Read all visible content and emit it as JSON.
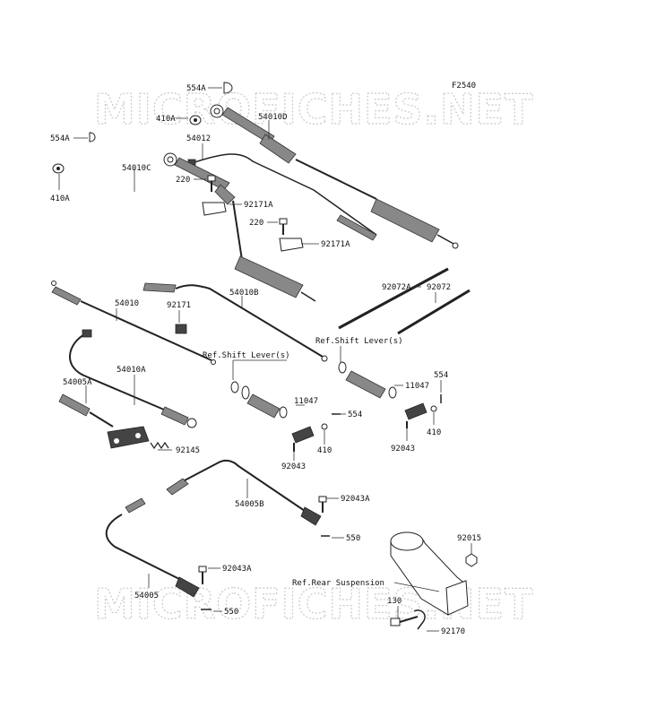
{
  "figure_code": "F2540",
  "watermark": "MICROFICHES.NET",
  "ref_notes": {
    "shift_lever_1": "Ref.Shift Lever(s)",
    "shift_lever_2": "Ref.Shift Lever(s)",
    "rear_suspension": "Ref.Rear Suspension"
  },
  "part_labels": {
    "p554A_top": "554A",
    "p410A_top": "410A",
    "p54010D": "54010D",
    "p54012": "54012",
    "p554A_left": "554A",
    "p54010C": "54010C",
    "p220_a": "220",
    "p410A_left": "410A",
    "p92171A_a": "92171A",
    "p220_b": "220",
    "p92171A_b": "92171A",
    "p92072A": "92072A",
    "p92072": "92072",
    "p54010B": "54010B",
    "p54010": "54010",
    "p92171": "92171",
    "p54010A": "54010A",
    "p54005A": "54005A",
    "p92145": "92145",
    "p11047_a": "11047",
    "p554_a": "554",
    "p410_a": "410",
    "p92043_a": "92043",
    "p554_b": "554",
    "p11047_b": "11047",
    "p410_b": "410",
    "p92043_b": "92043",
    "p92043A_a": "92043A",
    "p54005B": "54005B",
    "p550_a": "550",
    "p92015": "92015",
    "p92043A_b": "92043A",
    "p54005": "54005",
    "p550_b": "550",
    "p130": "130",
    "p92170": "92170"
  }
}
